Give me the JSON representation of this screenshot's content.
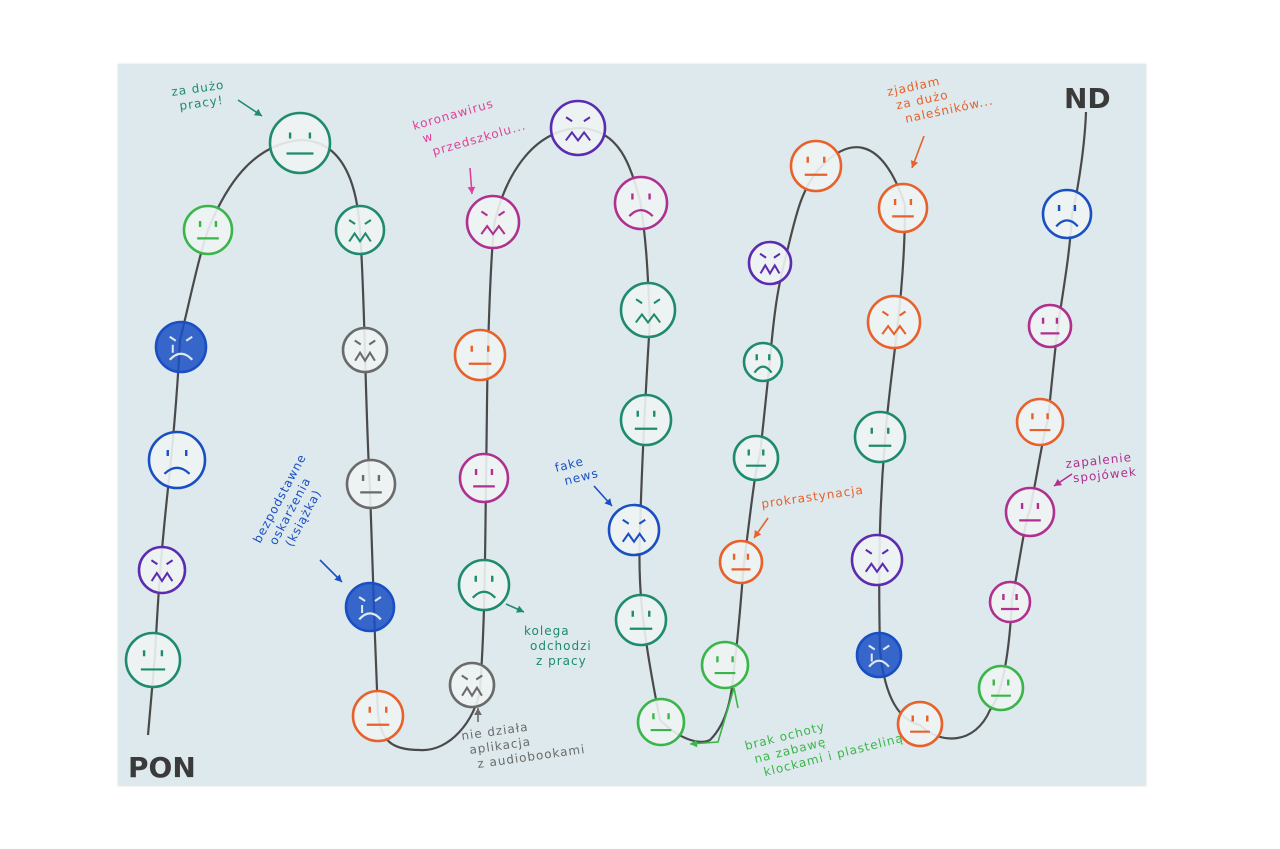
{
  "labels": {
    "start": "PON",
    "end": "ND"
  },
  "colors": {
    "paper": "#dde9ec",
    "path": "#4a4a4a",
    "teal": "#1e8a6e",
    "green": "#3ab54a",
    "blue": "#1a4fc4",
    "purple": "#5b2bb0",
    "magenta": "#b0308f",
    "pink": "#e0409a",
    "orange": "#e8602a",
    "gray": "#6a6a6a"
  },
  "faces": [
    {
      "mood": "neutral",
      "color": "teal"
    },
    {
      "mood": "stressed",
      "color": "purple"
    },
    {
      "mood": "sad",
      "color": "blue"
    },
    {
      "mood": "crying",
      "color": "blue"
    },
    {
      "mood": "neutral",
      "color": "green"
    },
    {
      "mood": "neutral",
      "color": "teal"
    },
    {
      "mood": "stressed",
      "color": "teal"
    },
    {
      "mood": "stressed",
      "color": "gray"
    },
    {
      "mood": "neutral",
      "color": "gray"
    },
    {
      "mood": "crying",
      "color": "blue"
    },
    {
      "mood": "neutral",
      "color": "orange"
    },
    {
      "mood": "stressed",
      "color": "gray"
    },
    {
      "mood": "sad",
      "color": "teal"
    },
    {
      "mood": "neutral",
      "color": "magenta"
    },
    {
      "mood": "neutral",
      "color": "orange"
    },
    {
      "mood": "stressed",
      "color": "magenta"
    },
    {
      "mood": "stressed",
      "color": "purple"
    },
    {
      "mood": "sad",
      "color": "magenta"
    },
    {
      "mood": "stressed",
      "color": "teal"
    },
    {
      "mood": "neutral",
      "color": "teal"
    },
    {
      "mood": "stressed",
      "color": "blue"
    },
    {
      "mood": "neutral",
      "color": "teal"
    },
    {
      "mood": "neutral",
      "color": "green"
    },
    {
      "mood": "neutral",
      "color": "green"
    },
    {
      "mood": "neutral",
      "color": "orange"
    },
    {
      "mood": "neutral",
      "color": "teal"
    },
    {
      "mood": "sad",
      "color": "teal"
    },
    {
      "mood": "stressed",
      "color": "purple"
    },
    {
      "mood": "neutral",
      "color": "orange"
    },
    {
      "mood": "neutral",
      "color": "orange"
    },
    {
      "mood": "stressed",
      "color": "orange"
    },
    {
      "mood": "neutral",
      "color": "teal"
    },
    {
      "mood": "stressed",
      "color": "purple"
    },
    {
      "mood": "crying",
      "color": "blue"
    },
    {
      "mood": "neutral",
      "color": "orange"
    },
    {
      "mood": "neutral",
      "color": "green"
    },
    {
      "mood": "neutral",
      "color": "magenta"
    },
    {
      "mood": "neutral",
      "color": "magenta"
    },
    {
      "mood": "neutral",
      "color": "orange"
    },
    {
      "mood": "neutral",
      "color": "magenta"
    },
    {
      "mood": "sad",
      "color": "blue"
    }
  ],
  "annotations": [
    {
      "color": "teal",
      "lines": [
        "za dużo",
        "pracy!"
      ]
    },
    {
      "color": "blue",
      "lines": [
        "bezpodstawne",
        "oskarżenia",
        "(książka)"
      ]
    },
    {
      "color": "gray",
      "lines": [
        "nie działa",
        "aplikacja",
        "z audiobookami"
      ]
    },
    {
      "color": "pink",
      "lines": [
        "koronawirus",
        "w",
        "przedszkolu..."
      ]
    },
    {
      "color": "teal",
      "lines": [
        "kolega",
        "odchodzi",
        "z pracy"
      ]
    },
    {
      "color": "blue",
      "lines": [
        "fake",
        "news"
      ]
    },
    {
      "color": "green",
      "lines": [
        "brak ochoty",
        "na zabawę",
        "klockami i plasteliną"
      ]
    },
    {
      "color": "orange",
      "lines": [
        "prokrastynacja"
      ]
    },
    {
      "color": "orange",
      "lines": [
        "zjadłam",
        "za dużo",
        "naleśników..."
      ]
    },
    {
      "color": "magenta",
      "lines": [
        "zapalenie",
        "spojówek"
      ]
    }
  ]
}
